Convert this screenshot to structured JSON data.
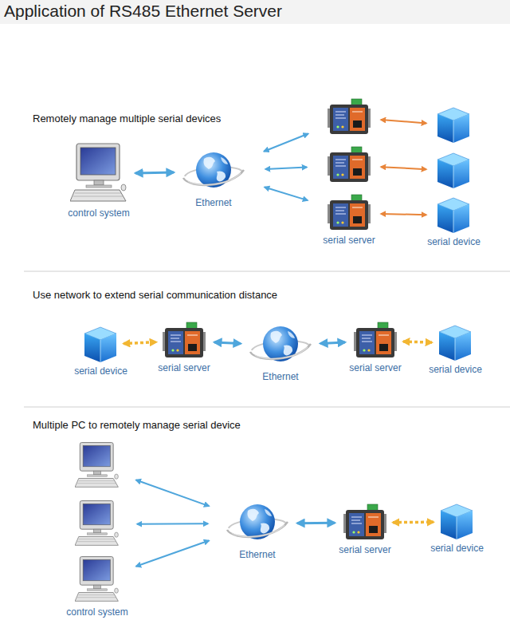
{
  "diagram": {
    "title": "Application of RS485 Ethernet Server",
    "nodes": [
      {
        "text": [
          "control system"
        ]
      },
      {
        "text": [
          "Ethernet"
        ]
      },
      {
        "text": []
      },
      {
        "text": []
      },
      {
        "text": [
          "serial server"
        ]
      },
      {
        "text": []
      },
      {
        "text": []
      },
      {
        "text": [
          "serial device"
        ]
      },
      {
        "text": [
          "serial device"
        ]
      },
      {
        "text": [
          "serial server"
        ]
      },
      {
        "text": [
          "Ethernet"
        ]
      },
      {
        "text": [
          "serial server"
        ]
      },
      {
        "text": [
          "serial device"
        ]
      },
      {
        "text": []
      },
      {
        "text": []
      },
      {
        "text": [
          "control system"
        ]
      },
      {
        "text": [
          "Ethernet"
        ]
      },
      {
        "text": [
          "serial server"
        ]
      },
      {
        "text": [
          "serial device"
        ]
      }
    ],
    "edges": [
      {
        "from": 0,
        "to": 1,
        "arrow": "both"
      },
      {
        "from": 1,
        "to": 2,
        "arrow": "both"
      },
      {
        "from": 1,
        "to": 3,
        "arrow": "both"
      },
      {
        "from": 1,
        "to": 4,
        "arrow": "both"
      },
      {
        "from": 2,
        "to": 5,
        "arrow": "both"
      },
      {
        "from": 3,
        "to": 6,
        "arrow": "both"
      },
      {
        "from": 4,
        "to": 7,
        "arrow": "both"
      },
      {
        "from": 8,
        "to": 9,
        "arrow": "both"
      },
      {
        "from": 9,
        "to": 10,
        "arrow": "both"
      },
      {
        "from": 10,
        "to": 11,
        "arrow": "both"
      },
      {
        "from": 11,
        "to": 12,
        "arrow": "both"
      },
      {
        "from": 13,
        "to": 16,
        "arrow": "both"
      },
      {
        "from": 14,
        "to": 16,
        "arrow": "both"
      },
      {
        "from": 15,
        "to": 16,
        "arrow": "both"
      },
      {
        "from": 16,
        "to": 17,
        "arrow": "both"
      },
      {
        "from": 17,
        "to": 18,
        "arrow": "both"
      }
    ],
    "labels": [
      "Remotely manage multiple serial devices",
      "Use network to extend serial communication distance",
      "Multiple PC to remotely manage serial device"
    ]
  }
}
